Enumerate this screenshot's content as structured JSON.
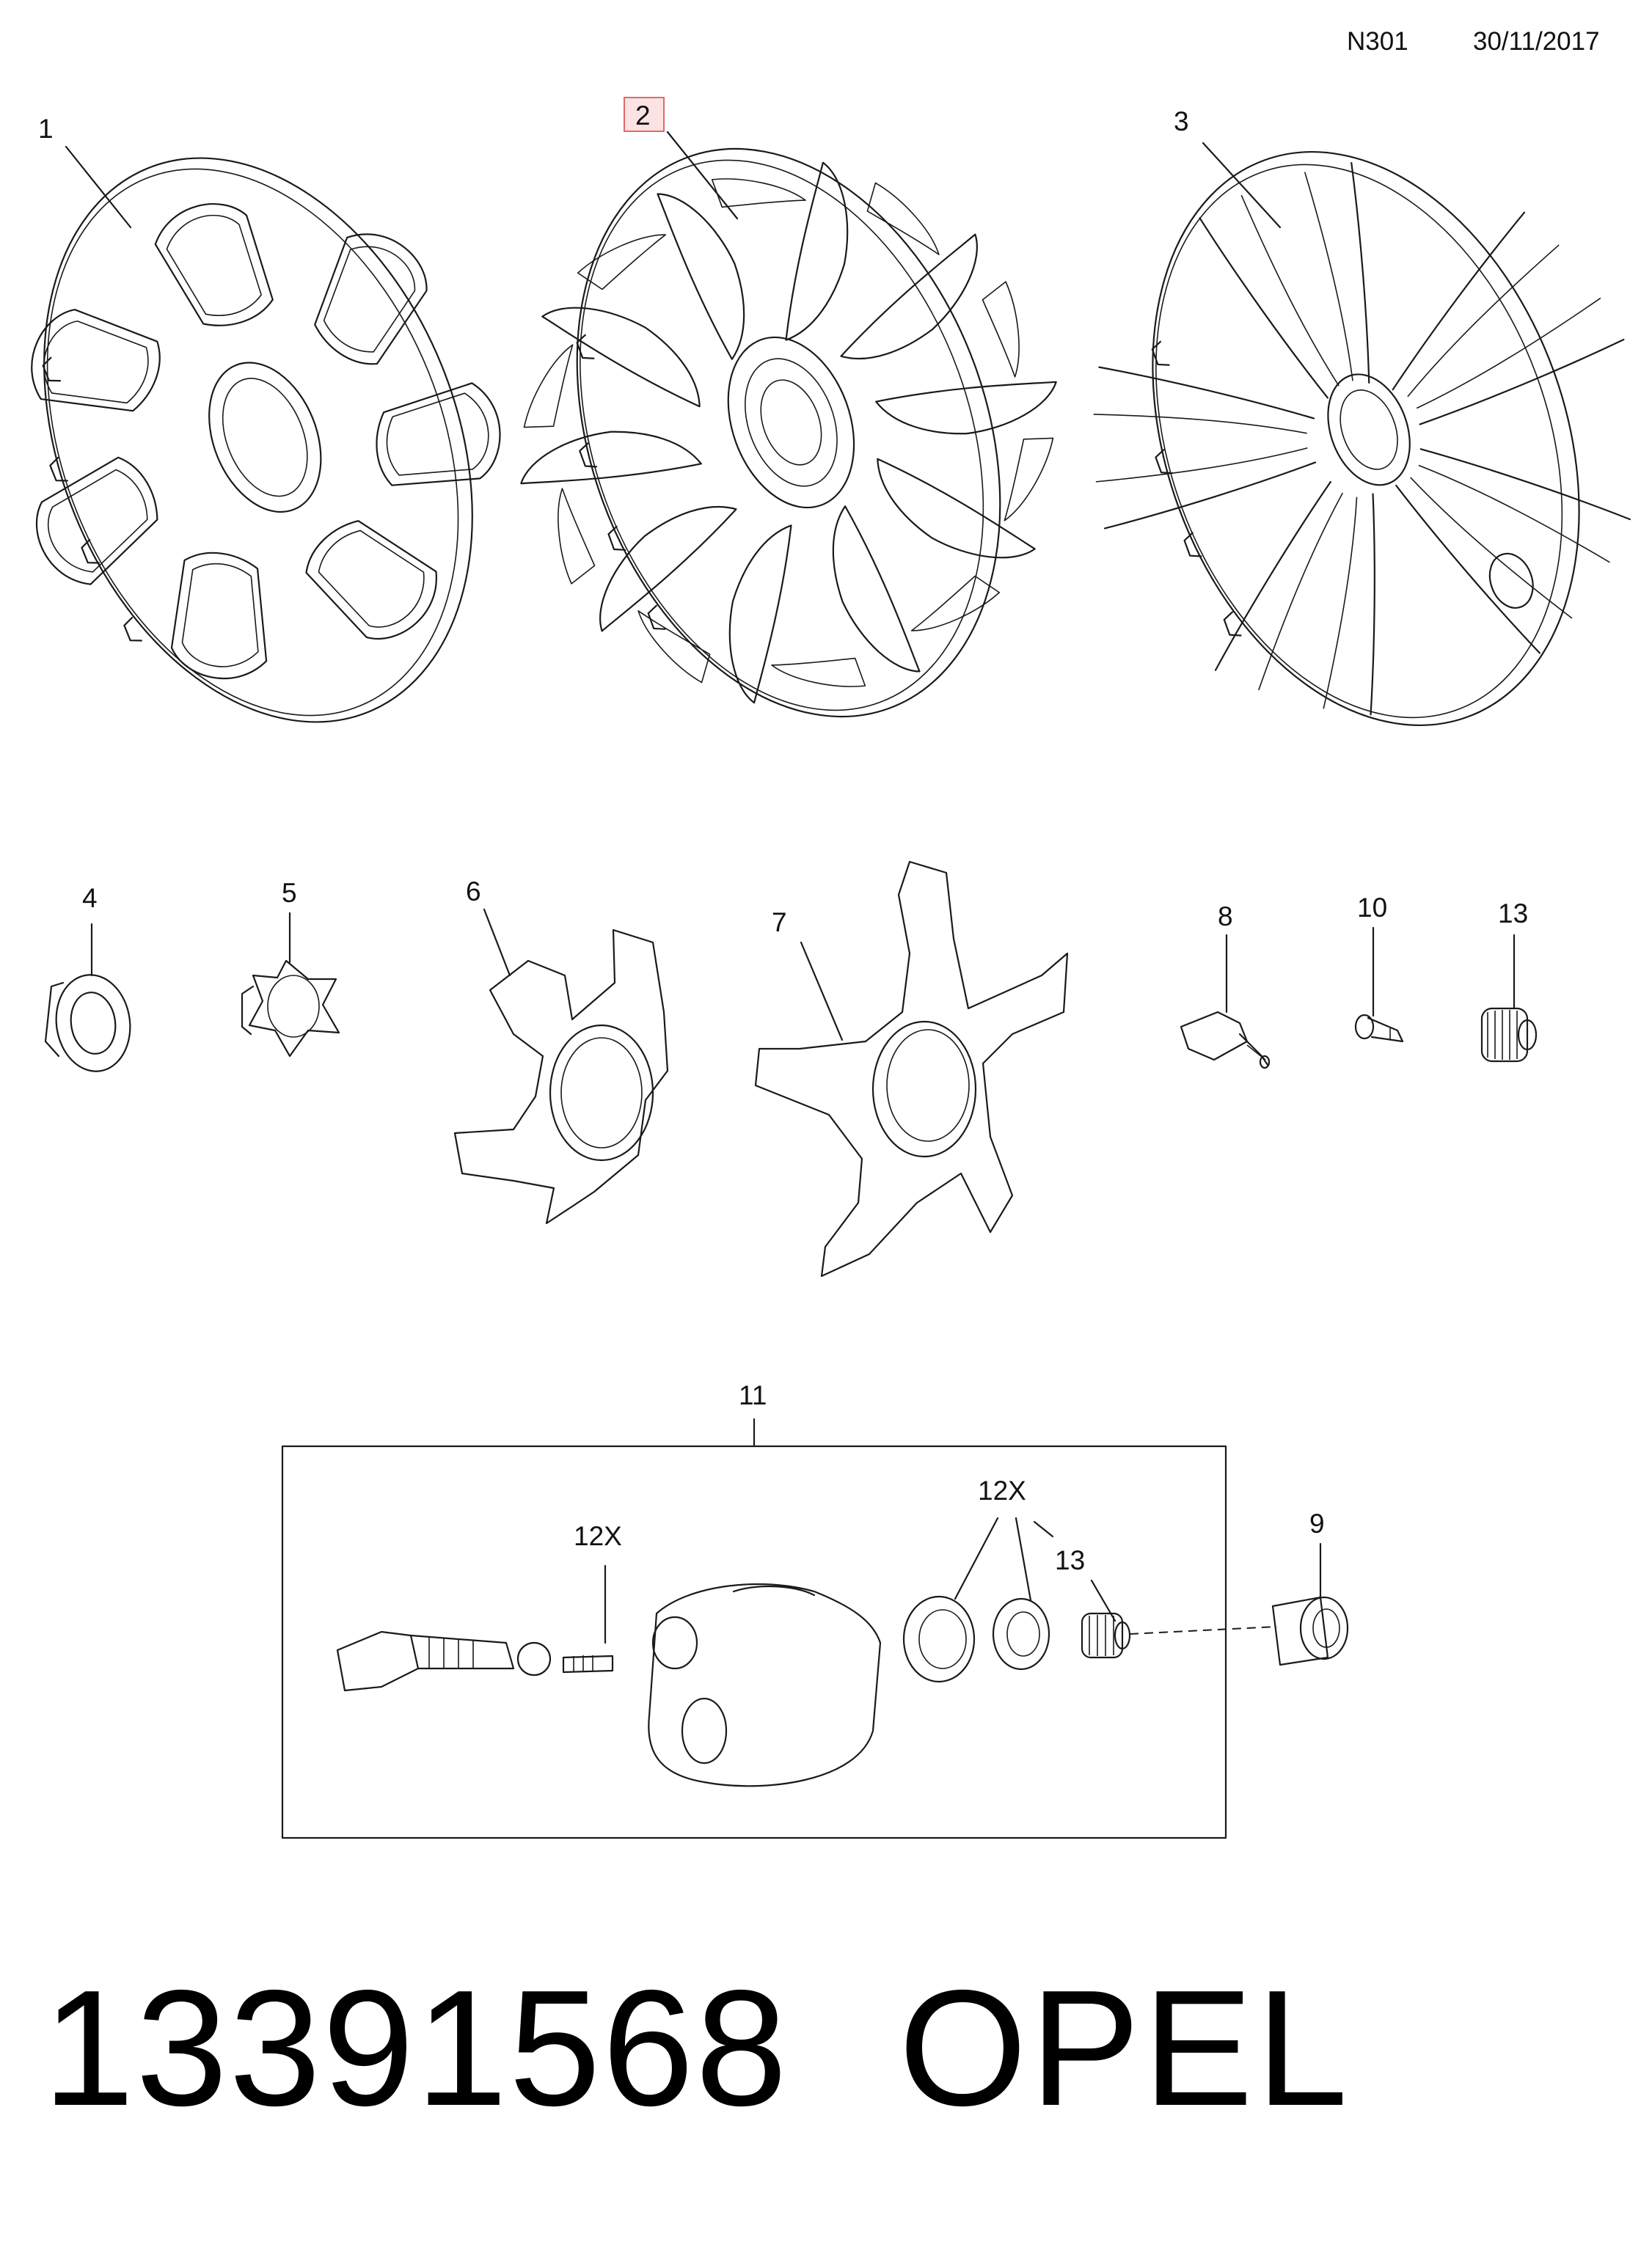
{
  "header": {
    "code": "N301",
    "date": "30/11/2017"
  },
  "callouts": {
    "p1": "1",
    "p2": "2",
    "p3": "3",
    "p4": "4",
    "p5": "5",
    "p6": "6",
    "p7": "7",
    "p8": "8",
    "p9": "9",
    "p10": "10",
    "p11": "11",
    "p12x_a": "12X",
    "p12x_b": "12X",
    "p13_a": "13",
    "p13_b": "13"
  },
  "highlight": {
    "callout": "2",
    "color": "#e06a6a",
    "fill": "#fbe3e3"
  },
  "footer": {
    "part_number": "13391568",
    "brand": "OPEL"
  }
}
